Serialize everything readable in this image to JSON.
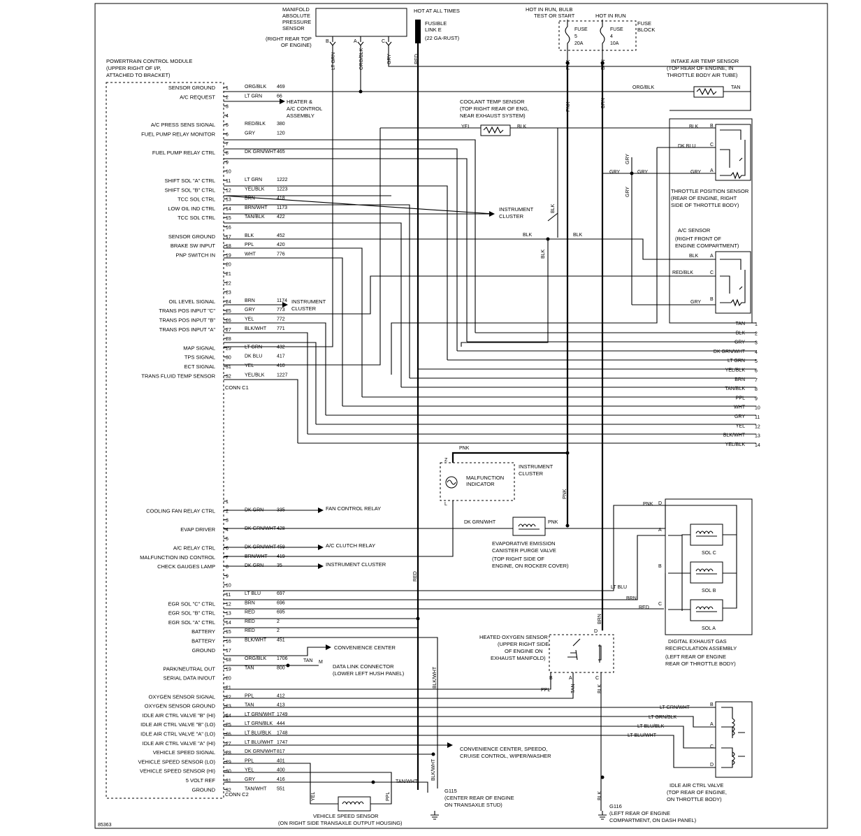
{
  "diagram_id": "85363",
  "pcm": {
    "title": [
      "POWERTRAIN CONTROL MODULE",
      "(UPPER RIGHT OF I/P,",
      "ATTACHED TO BRACKET)"
    ],
    "conn1": "CONN C1",
    "conn2": "CONN C2"
  },
  "c1_pins": [
    {
      "n": "1",
      "label": "SENSOR GROUND",
      "color": "ORG/BLK",
      "circuit": "469"
    },
    {
      "n": "2",
      "label": "A/C REQUEST",
      "color": "LT GRN",
      "circuit": "66"
    },
    {
      "n": "3",
      "label": "",
      "color": "",
      "circuit": ""
    },
    {
      "n": "4",
      "label": "",
      "color": "",
      "circuit": ""
    },
    {
      "n": "5",
      "label": "A/C PRESS SENS SIGNAL",
      "color": "RED/BLK",
      "circuit": "380"
    },
    {
      "n": "6",
      "label": "FUEL PUMP RELAY MONITOR",
      "color": "GRY",
      "circuit": "120"
    },
    {
      "n": "7",
      "label": "",
      "color": "",
      "circuit": ""
    },
    {
      "n": "8",
      "label": "FUEL PUMP RELAY CTRL",
      "color": "DK GRN/WHT",
      "circuit": "465"
    },
    {
      "n": "9",
      "label": "",
      "color": "",
      "circuit": ""
    },
    {
      "n": "10",
      "label": "",
      "color": "",
      "circuit": ""
    },
    {
      "n": "11",
      "label": "SHIFT SOL \"A\" CTRL",
      "color": "LT GRN",
      "circuit": "1222"
    },
    {
      "n": "12",
      "label": "SHIFT SOL \"B\" CTRL",
      "color": "YEL/BLK",
      "circuit": "1223"
    },
    {
      "n": "13",
      "label": "TCC SOL CTRL",
      "color": "BRN",
      "circuit": "418"
    },
    {
      "n": "14",
      "label": "LOW OIL IND CTRL",
      "color": "BRN/WHT",
      "circuit": "1173"
    },
    {
      "n": "15",
      "label": "TCC SOL CTRL",
      "color": "TAN/BLK",
      "circuit": "422"
    },
    {
      "n": "16",
      "label": "",
      "color": "",
      "circuit": ""
    },
    {
      "n": "17",
      "label": "SENSOR GROUND",
      "color": "BLK",
      "circuit": "452"
    },
    {
      "n": "18",
      "label": "BRAKE SW INPUT",
      "color": "PPL",
      "circuit": "420"
    },
    {
      "n": "19",
      "label": "PNP SWITCH IN",
      "color": "WHT",
      "circuit": "776"
    },
    {
      "n": "20",
      "label": "",
      "color": "",
      "circuit": ""
    },
    {
      "n": "21",
      "label": "",
      "color": "",
      "circuit": ""
    },
    {
      "n": "22",
      "label": "",
      "color": "",
      "circuit": ""
    },
    {
      "n": "23",
      "label": "",
      "color": "",
      "circuit": ""
    },
    {
      "n": "24",
      "label": "OIL LEVEL SIGNAL",
      "color": "BRN",
      "circuit": "1174"
    },
    {
      "n": "25",
      "label": "TRANS POS INPUT \"C\"",
      "color": "GRY",
      "circuit": "773"
    },
    {
      "n": "26",
      "label": "TRANS POS INPUT \"B\"",
      "color": "YEL",
      "circuit": "772"
    },
    {
      "n": "27",
      "label": "TRANS POS INPUT \"A\"",
      "color": "BLK/WHT",
      "circuit": "771"
    },
    {
      "n": "28",
      "label": "",
      "color": "",
      "circuit": ""
    },
    {
      "n": "29",
      "label": "MAP SIGNAL",
      "color": "LT GRN",
      "circuit": "432"
    },
    {
      "n": "30",
      "label": "TPS SIGNAL",
      "color": "DK BLU",
      "circuit": "417"
    },
    {
      "n": "31",
      "label": "ECT SIGNAL",
      "color": "YEL",
      "circuit": "410"
    },
    {
      "n": "32",
      "label": "TRANS FLUID TEMP SENSOR",
      "color": "YEL/BLK",
      "circuit": "1227"
    }
  ],
  "c2_pins": [
    {
      "n": "1",
      "label": "",
      "color": "",
      "circuit": ""
    },
    {
      "n": "2",
      "label": "COOLING FAN RELAY CTRL",
      "color": "DK GRN",
      "circuit": "335"
    },
    {
      "n": "3",
      "label": "",
      "color": "",
      "circuit": ""
    },
    {
      "n": "4",
      "label": "EVAP DRIVER",
      "color": "DK GRN/WHT",
      "circuit": "428"
    },
    {
      "n": "5",
      "label": "",
      "color": "",
      "circuit": ""
    },
    {
      "n": "6",
      "label": "A/C RELAY CTRL",
      "color": "DK GRN/WHT",
      "circuit": "459"
    },
    {
      "n": "7",
      "label": "MALFUNCTION IND CONTROL",
      "color": "BRN/WHT",
      "circuit": "419"
    },
    {
      "n": "8",
      "label": "CHECK GAUGES LAMP",
      "color": "DK GRN",
      "circuit": "35"
    },
    {
      "n": "9",
      "label": "",
      "color": "",
      "circuit": ""
    },
    {
      "n": "10",
      "label": "",
      "color": "",
      "circuit": ""
    },
    {
      "n": "11",
      "label": "",
      "color": "LT BLU",
      "circuit": "697"
    },
    {
      "n": "12",
      "label": "EGR SOL \"C\" CTRL",
      "color": "BRN",
      "circuit": "696"
    },
    {
      "n": "13",
      "label": "EGR SOL \"B\" CTRL",
      "color": "RED",
      "circuit": "695"
    },
    {
      "n": "14",
      "label": "EGR SOL \"A\" CTRL",
      "color": "RED",
      "circuit": "2"
    },
    {
      "n": "15",
      "label": "BATTERY",
      "color": "RED",
      "circuit": "2"
    },
    {
      "n": "16",
      "label": "BATTERY",
      "color": "BLK/WHT",
      "circuit": "451"
    },
    {
      "n": "17",
      "label": "GROUND",
      "color": "",
      "circuit": ""
    },
    {
      "n": "18",
      "label": "",
      "color": "ORG/BLK",
      "circuit": "1706"
    },
    {
      "n": "19",
      "label": "PARK/NEUTRAL OUT",
      "color": "TAN",
      "circuit": "800"
    },
    {
      "n": "20",
      "label": "SERIAL DATA IN/OUT",
      "color": "",
      "circuit": ""
    },
    {
      "n": "21",
      "label": "",
      "color": "",
      "circuit": ""
    },
    {
      "n": "22",
      "label": "OXYGEN SENSOR SIGNAL",
      "color": "PPL",
      "circuit": "412"
    },
    {
      "n": "23",
      "label": "OXYGEN SENSOR GROUND",
      "color": "TAN",
      "circuit": "413"
    },
    {
      "n": "24",
      "label": "IDLE AIR CTRL VALVE \"B\" (HI)",
      "color": "LT GRN/WHT",
      "circuit": "1749"
    },
    {
      "n": "25",
      "label": "IDLE AIR CTRL VALVE \"B\" (LO)",
      "color": "LT GRN/BLK",
      "circuit": "444"
    },
    {
      "n": "26",
      "label": "IDLE AIR CTRL VALVE \"A\" (LO)",
      "color": "LT BLU/BLK",
      "circuit": "1748"
    },
    {
      "n": "27",
      "label": "IDLE AIR CTRL VALVE \"A\" (HI)",
      "color": "LT BLU/WHT",
      "circuit": "1747"
    },
    {
      "n": "28",
      "label": "VEHICLE SPEED SIGNAL",
      "color": "DK GRN/WHT",
      "circuit": "817"
    },
    {
      "n": "29",
      "label": "VEHICLE SPEED SENSOR (LO)",
      "color": "PPL",
      "circuit": "401"
    },
    {
      "n": "30",
      "label": "VEHICLE SPEED SENSOR (HI)",
      "color": "YEL",
      "circuit": "400"
    },
    {
      "n": "31",
      "label": "5 VOLT REF",
      "color": "GRY",
      "circuit": "416"
    },
    {
      "n": "32",
      "label": "GROUND",
      "color": "TAN/WHT",
      "circuit": "551"
    }
  ],
  "harness_right": [
    {
      "n": "1",
      "color": "TAN"
    },
    {
      "n": "2",
      "color": "BLK"
    },
    {
      "n": "3",
      "color": "GRY"
    },
    {
      "n": "4",
      "color": "DK GRN/WHT"
    },
    {
      "n": "5",
      "color": "LT GRN"
    },
    {
      "n": "6",
      "color": "YEL/BLK"
    },
    {
      "n": "7",
      "color": "BRN"
    },
    {
      "n": "8",
      "color": "TAN/BLK"
    },
    {
      "n": "9",
      "color": "PPL"
    },
    {
      "n": "10",
      "color": "WHT"
    },
    {
      "n": "11",
      "color": "GRY"
    },
    {
      "n": "12",
      "color": "YEL"
    },
    {
      "n": "13",
      "color": "BLK/WHT"
    },
    {
      "n": "14",
      "color": "YEL/BLK"
    }
  ],
  "components": {
    "map_sensor": [
      "MANIFOLD",
      "ABSOLUTE",
      "PRESSURE",
      "SENSOR",
      "(RIGHT REAR TOP",
      "OF ENGINE)"
    ],
    "map_pins": [
      "B",
      "A",
      "C"
    ],
    "map_wires": [
      "LT GRN",
      "ORG/BLK",
      "GRY"
    ],
    "hot_all_times": "HOT AT ALL TIMES",
    "fusible_link": [
      "FUSIBLE",
      "LINK E",
      "(22 GA-RUST)"
    ],
    "fusible_wire": "RED",
    "hot_bulb": [
      "HOT IN RUN, BULB",
      "TEST OR START"
    ],
    "hot_run": "HOT IN RUN",
    "fuse_block": [
      "FUSE",
      "BLOCK"
    ],
    "fuse1": [
      "FUSE",
      "5",
      "20A"
    ],
    "fuse2": [
      "FUSE",
      "4",
      "10A"
    ],
    "fuse_wires": [
      "PNK",
      "BRN"
    ],
    "iat_sensor": [
      "INTAKE AIR TEMP SENSOR",
      "(TOP REAR OF ENGINE, IN",
      "THROTTLE BODY AIR TUBE)"
    ],
    "iat_wires": [
      "ORG/BLK",
      "TAN"
    ],
    "coolant_sensor": [
      "COOLANT TEMP SENSOR",
      "(TOP RIGHT REAR OF ENG,",
      "NEAR EXHAUST SYSTEM)"
    ],
    "coolant_wires": [
      "YEL",
      "BLK"
    ],
    "heater_ac": [
      "HEATER &",
      "A/C CONTROL",
      "ASSEMBLY"
    ],
    "instrument_cluster": [
      "INSTRUMENT",
      "CLUSTER"
    ],
    "tps": [
      "THROTTLE POSITION SENSOR",
      "(REAR OF ENGINE, RIGHT",
      "SIDE OF THROTTLE BODY)"
    ],
    "tps_wires": [
      "BLK",
      "DK BLU",
      "GRY",
      "GRY",
      "GRY"
    ],
    "tps_pins": [
      "B",
      "C",
      "A"
    ],
    "ac_sensor": [
      "A/C SENSOR",
      "(RIGHT FRONT OF",
      "ENGINE COMPARTMENT)"
    ],
    "ac_wires": [
      "BLK",
      "RED/BLK",
      "GRY"
    ],
    "ac_pins": [
      "A",
      "C",
      "B"
    ],
    "blk_labels": [
      "BLK",
      "BLK",
      "BLK",
      "BLK"
    ],
    "pnk_wire": "PNK",
    "mil": [
      "MALFUNCTION",
      "INDICATOR"
    ],
    "mil_pins": [
      "Z",
      "L"
    ],
    "fan_relay": "FAN CONTROL RELAY",
    "ac_clutch": "A/C CLUTCH RELAY",
    "ic_2": "INSTRUMENT CLUSTER",
    "evap": [
      "EVAPORATIVE EMISSION",
      "CANISTER PURGE VALVE",
      "(TOP RIGHT SIDE OF",
      "ENGINE, ON ROCKER COVER)"
    ],
    "evap_wires": [
      "DK GRN/WHT",
      "PNK",
      "PNK"
    ],
    "egr": [
      "DIGITAL EXHAUST GAS",
      "RECIRCULATION ASSEMBLY",
      "(LEFT REAR OF ENGINE",
      "REAR OF THROTTLE BODY)"
    ],
    "egr_sols": [
      "SOL C",
      "SOL B",
      "SOL A"
    ],
    "egr_pins": [
      "D",
      "A",
      "B",
      "C"
    ],
    "egr_wires": [
      "LT BLU",
      "BRN",
      "RED"
    ],
    "convenience": "CONVENIENCE CENTER",
    "dlc": [
      "DATA LINK CONNECTOR",
      "(LOWER LEFT HUSH PANEL)"
    ],
    "dlc_wire": "TAN",
    "dlc_pin": "M",
    "o2": [
      "HEATED OXYGEN SENSOR",
      "(UPPER RIGHT SIDE",
      "OF ENGINE ON",
      "EXHAUST MANIFOLD)"
    ],
    "o2_pins": [
      "D",
      "B",
      "A",
      "C"
    ],
    "o2_wires": [
      "BRN",
      "PPL",
      "TAN",
      "BLK"
    ],
    "vss_dest": [
      "CONVENIENCE CENTER, SPEEDO,",
      "CRUISE CONTROL, WIPER/WASHER"
    ],
    "iac": [
      "IDLE AIR CTRL VALVE",
      "(TOP REAR OF ENGINE,",
      "ON THROTTLE BODY)"
    ],
    "iac_pins": [
      "B",
      "A",
      "C",
      "D"
    ],
    "iac_wires": [
      "LT GRN/WHT",
      "LT GRN/BLK",
      "LT BLU/BLK",
      "LT BLU/WHT"
    ],
    "vss": [
      "VEHICLE SPEED SENSOR",
      "(ON RIGHT SIDE TRANSAXLE OUTPUT HOUSING)"
    ],
    "vss_wires": [
      "YEL",
      "PPL"
    ],
    "g115": [
      "G115",
      "(CENTER REAR OF ENGINE",
      "ON TRANSAXLE STUD)"
    ],
    "g116": [
      "G116",
      "(LEFT REAR OF ENGINE",
      "COMPARTMENT, ON DASH PANEL)"
    ],
    "blkwht": [
      "BLK/WHT",
      "BLK/WHT",
      "TAN/WHT"
    ],
    "red_vert": [
      "RED",
      "RED"
    ]
  }
}
